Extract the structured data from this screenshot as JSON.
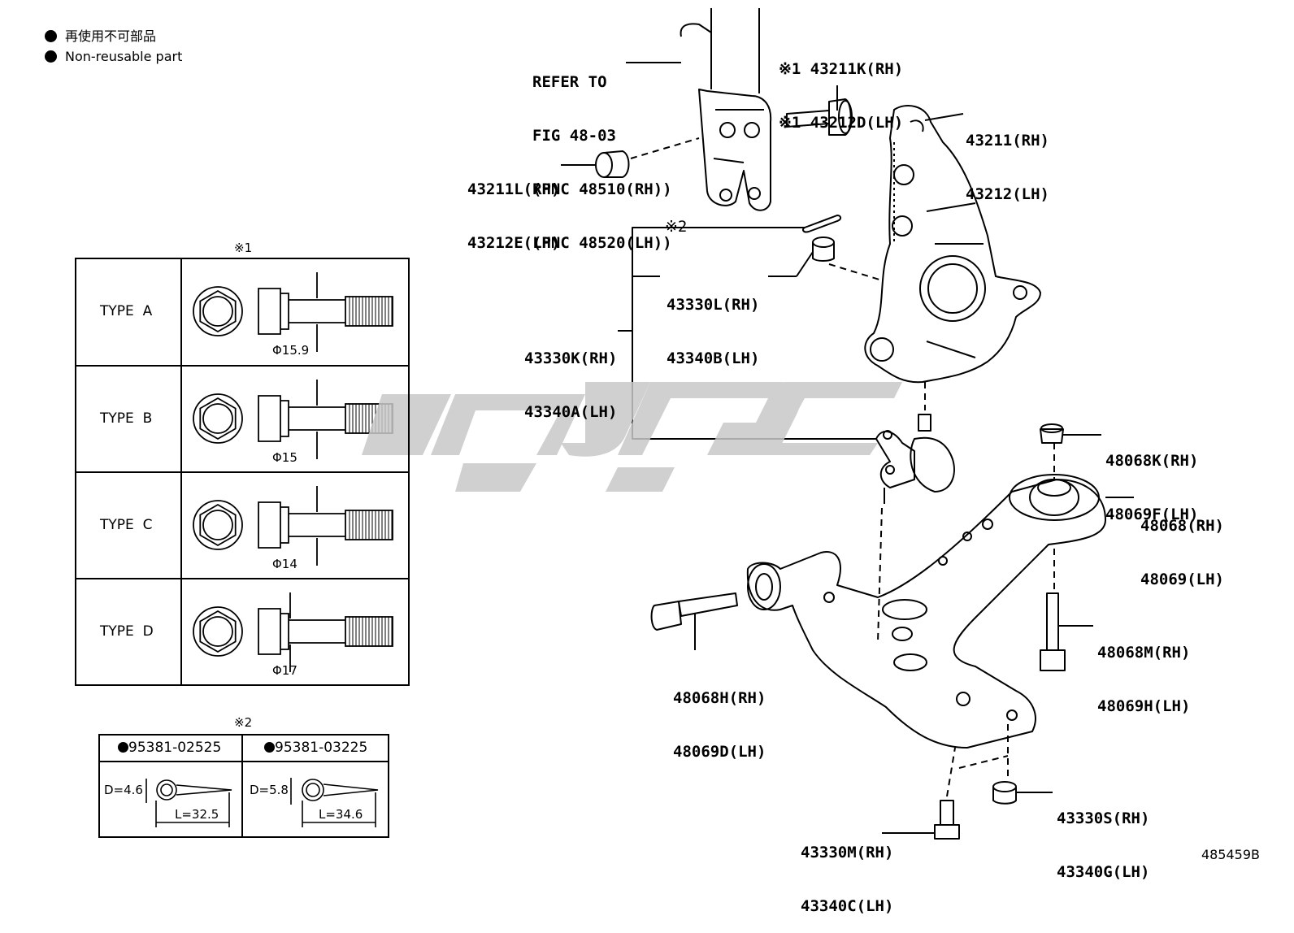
{
  "legend": {
    "item_jp": "再使用不可部品",
    "item_en": "Non-reusable part"
  },
  "refer": {
    "line1": "REFER TO",
    "line2": "FIG 48-03",
    "line3": "(PNC 48510(RH))",
    "line4": "(PNC 48520(LH))"
  },
  "callouts": {
    "bolt_rh": "※1 43211K(RH)",
    "bolt_lh": "※1 43212D(LH)",
    "knuckle_rh": "43211(RH)",
    "knuckle_lh": "43212(LH)",
    "nut_rh": "43211L(RH)",
    "nut_lh": "43212E(LH)",
    "pin_mark": "※2",
    "castle_rh": "43330L(RH)",
    "castle_lh": "43340B(LH)",
    "balljoint_rh": "43330K(RH)",
    "balljoint_lh": "43340A(LH)",
    "arm_nut_rh": "48068K(RH)",
    "arm_nut_lh": "48069F(LH)",
    "arm_rh": "48068(RH)",
    "arm_lh": "48069(LH)",
    "arm_bolt_v_rh": "48068M(RH)",
    "arm_bolt_v_lh": "48069H(LH)",
    "arm_bolt_h_rh": "48068H(RH)",
    "arm_bolt_h_lh": "48069D(LH)",
    "bj_nut_rh": "43330S(RH)",
    "bj_nut_lh": "43340G(LH)",
    "bj_bolt_rh": "43330M(RH)",
    "bj_bolt_lh": "43340C(LH)"
  },
  "type_table": {
    "mark": "※1",
    "rows": [
      {
        "type": "TYPE  A",
        "dia": "Φ15.9"
      },
      {
        "type": "TYPE  B",
        "dia": "Φ15"
      },
      {
        "type": "TYPE  C",
        "dia": "Φ14"
      },
      {
        "type": "TYPE  D",
        "dia": "Φ17"
      }
    ]
  },
  "pin_table": {
    "mark": "※2",
    "cols": [
      {
        "part": "95381-02525",
        "d": "D=4.6",
        "l": "L=32.5"
      },
      {
        "part": "95381-03225",
        "d": "D=5.8",
        "l": "L=34.6"
      }
    ]
  },
  "ref_number": "485459B",
  "colors": {
    "ink": "#000000",
    "watermark": "#c8c8c8"
  }
}
